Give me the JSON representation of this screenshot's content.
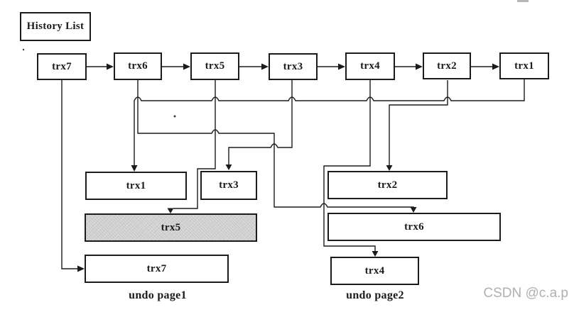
{
  "history": {
    "title": "History List",
    "nodes": [
      "trx7",
      "trx6",
      "trx5",
      "trx3",
      "trx4",
      "trx2",
      "trx1"
    ]
  },
  "records": {
    "trx1": {
      "label": "trx1",
      "page": "undo page1",
      "shaded": false
    },
    "trx3": {
      "label": "trx3",
      "page": "undo page1",
      "shaded": false
    },
    "trx5": {
      "label": "trx5",
      "page": "undo page1",
      "shaded": true
    },
    "trx7": {
      "label": "trx7",
      "page": "undo page1",
      "shaded": false
    },
    "trx2": {
      "label": "trx2",
      "page": "undo page2",
      "shaded": false
    },
    "trx6": {
      "label": "trx6",
      "page": "undo page2",
      "shaded": false
    },
    "trx4": {
      "label": "trx4",
      "page": "undo page2",
      "shaded": false
    }
  },
  "captions": {
    "page1": "undo page1",
    "page2": "undo page2"
  },
  "watermark": "CSDN @c.a.p",
  "connections": {
    "history_order": [
      "trx7",
      "trx6",
      "trx5",
      "trx3",
      "trx4",
      "trx2",
      "trx1"
    ],
    "pointers": [
      {
        "from": "trx7",
        "to": "record trx7 in undo page1"
      },
      {
        "from": "trx6",
        "to": "record trx6 in undo page2"
      },
      {
        "from": "trx5",
        "to": "record trx5 in undo page1"
      },
      {
        "from": "trx3",
        "to": "record trx3 in undo page1"
      },
      {
        "from": "trx4",
        "to": "record trx4 in undo page2"
      },
      {
        "from": "trx2",
        "to": "record trx2 in undo page2"
      },
      {
        "from": "trx1",
        "to": "record trx1 in undo page1"
      }
    ]
  },
  "colors": {
    "line": "#1b1b1b",
    "shaded_fill": "#d8d8d8",
    "watermark_gray": "#b0b0b0"
  }
}
